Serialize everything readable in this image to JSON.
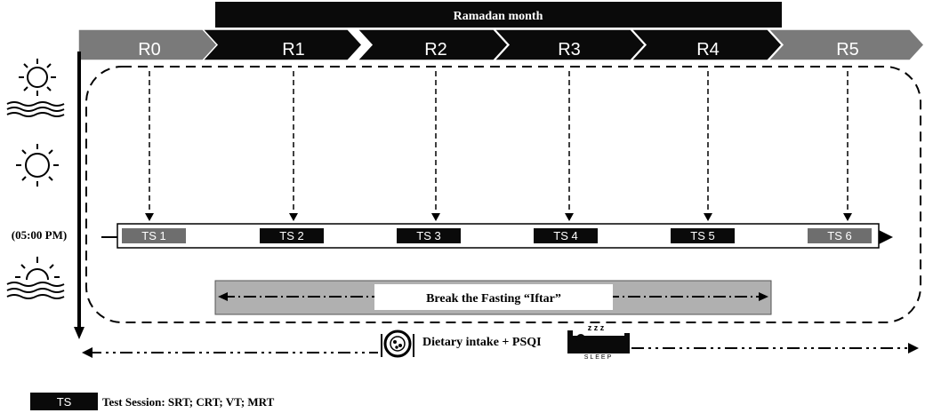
{
  "header": {
    "title": "Ramadan month"
  },
  "phases": [
    {
      "label": "R0",
      "shade": "gray"
    },
    {
      "label": "R1",
      "shade": "black"
    },
    {
      "label": "R2",
      "shade": "black"
    },
    {
      "label": "R3",
      "shade": "black"
    },
    {
      "label": "R4",
      "shade": "black"
    },
    {
      "label": "R5",
      "shade": "gray"
    }
  ],
  "time_label": "(05:00 PM)",
  "sessions": [
    {
      "label": "TS 1",
      "shade": "gray"
    },
    {
      "label": "TS 2",
      "shade": "black"
    },
    {
      "label": "TS 3",
      "shade": "black"
    },
    {
      "label": "TS 4",
      "shade": "black"
    },
    {
      "label": "TS 5",
      "shade": "black"
    },
    {
      "label": "TS 6",
      "shade": "gray"
    }
  ],
  "iftar_label": "Break the Fasting “Iftar”",
  "dietary_label": "Dietary intake + PSQI",
  "sleep_label": "SLEEP",
  "sleep_z": "z z z",
  "legend": {
    "key": "TS",
    "text": "Test Session: SRT; CRT; VT; MRT"
  },
  "colors": {
    "black": "#0a0a0a",
    "gray": "#7a7a7a",
    "iftar_band": "#b0b0b0",
    "session_gray": "#6e6e6e"
  },
  "icons": [
    "sunrise-icon",
    "sun-icon",
    "sunset-icon",
    "plate-icon",
    "bed-icon"
  ]
}
